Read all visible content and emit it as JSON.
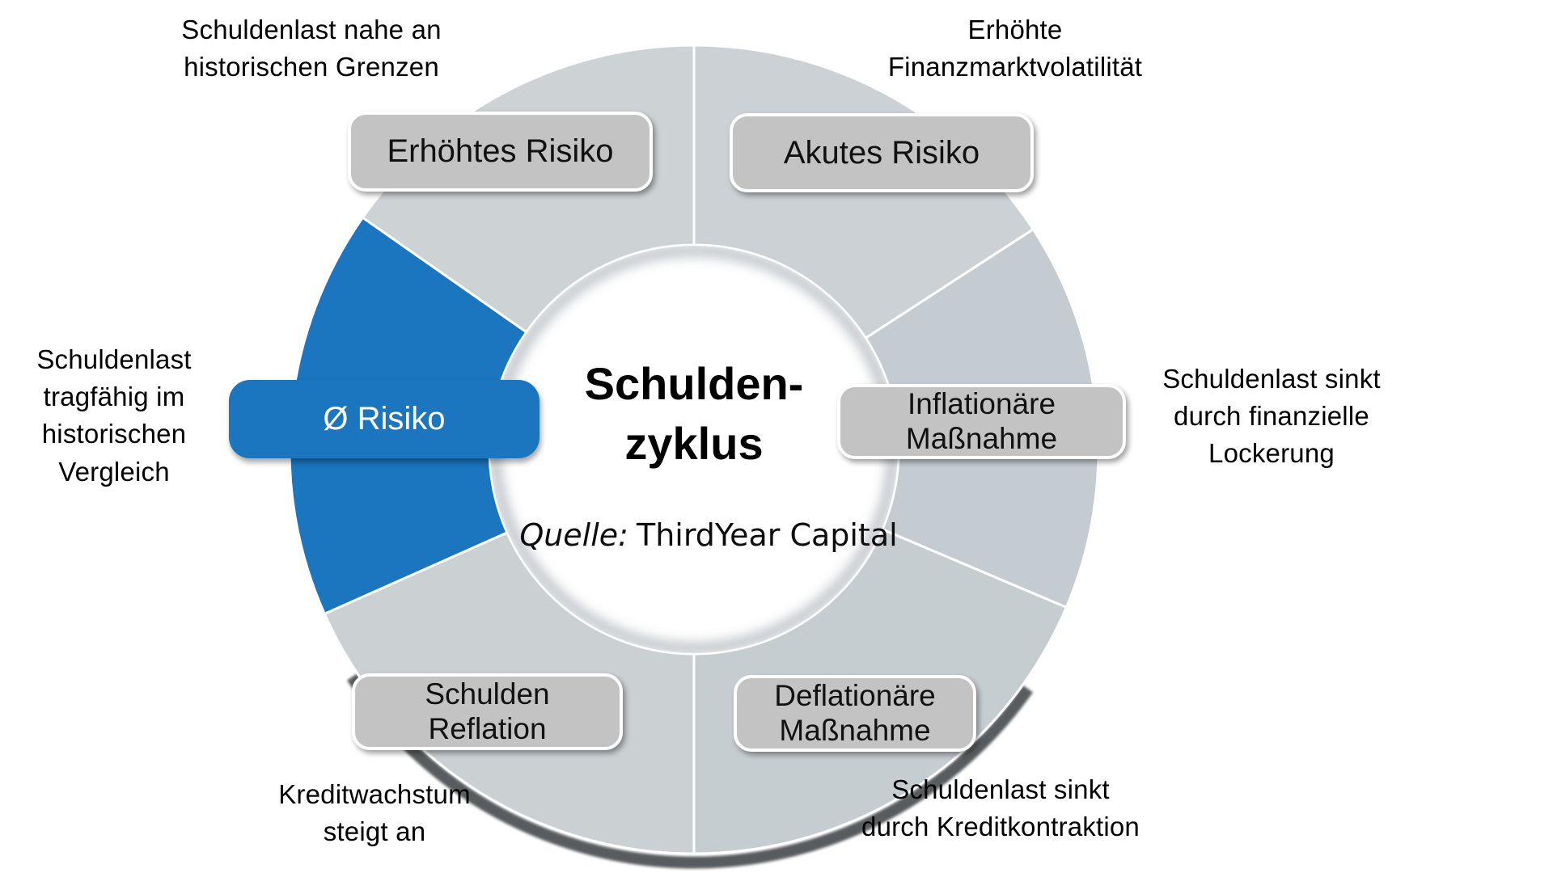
{
  "diagram": {
    "title_lines": [
      "Schulden-",
      "zyklus"
    ],
    "source": {
      "prefix": "Quelle:",
      "name": "ThirdYear Capital"
    },
    "colors": {
      "accent_blue": "#1b75bf",
      "pill_gray": "#c3c3c3",
      "bottom_shadow": "#4c4f51",
      "inner_rim_shadow": "rgba(105,115,124,0.40)"
    },
    "segments": [
      {
        "id": "akutes-risiko",
        "start_deg": 0,
        "end_deg": 57,
        "color": "#cbd1d4"
      },
      {
        "id": "inflationaere-massnahme",
        "start_deg": 57,
        "end_deg": 113,
        "color": "#c4ccd1"
      },
      {
        "id": "deflationaere-massnahme",
        "start_deg": 113,
        "end_deg": 180,
        "color": "#c6cdd1"
      },
      {
        "id": "schulden-reflation",
        "start_deg": 180,
        "end_deg": 246,
        "color": "#cbd0d3"
      },
      {
        "id": "durchschnitt-risiko",
        "start_deg": 246,
        "end_deg": 305,
        "color": "#1b75bf"
      },
      {
        "id": "erhoehtes-risiko",
        "start_deg": 305,
        "end_deg": 360,
        "color": "#cdd2d4"
      }
    ]
  },
  "stage_labels": {
    "erhoehtes_risiko": {
      "lines": [
        "Erhöhtes Risiko"
      ]
    },
    "akutes_risiko": {
      "lines": [
        "Akutes Risiko"
      ]
    },
    "avg_risiko": {
      "lines": [
        "Ø Risiko"
      ]
    },
    "inflationaere": {
      "lines": [
        "Inflationäre",
        "Maßnahme"
      ]
    },
    "deflationaere": {
      "lines": [
        "Deflationäre",
        "Maßnahme"
      ]
    },
    "schulden_reflation": {
      "lines": [
        "Schulden",
        "Reflation"
      ]
    }
  },
  "annotations": {
    "top_left": {
      "lines": [
        "Schuldenlast nahe an",
        "historischen Grenzen"
      ]
    },
    "top_right": {
      "lines": [
        "Erhöhte",
        "Finanzmarktvolatilität"
      ]
    },
    "left": {
      "lines": [
        "Schuldenlast",
        "tragfähig im",
        "historischen",
        "Vergleich"
      ]
    },
    "right": {
      "lines": [
        "Schuldenlast sinkt",
        "durch finanzielle",
        "Lockerung"
      ]
    },
    "bottom_left": {
      "lines": [
        "Kreditwachstum",
        "steigt an"
      ]
    },
    "bottom_right": {
      "lines": [
        "Schuldenlast sinkt",
        "durch Kreditkontraktion"
      ]
    }
  }
}
